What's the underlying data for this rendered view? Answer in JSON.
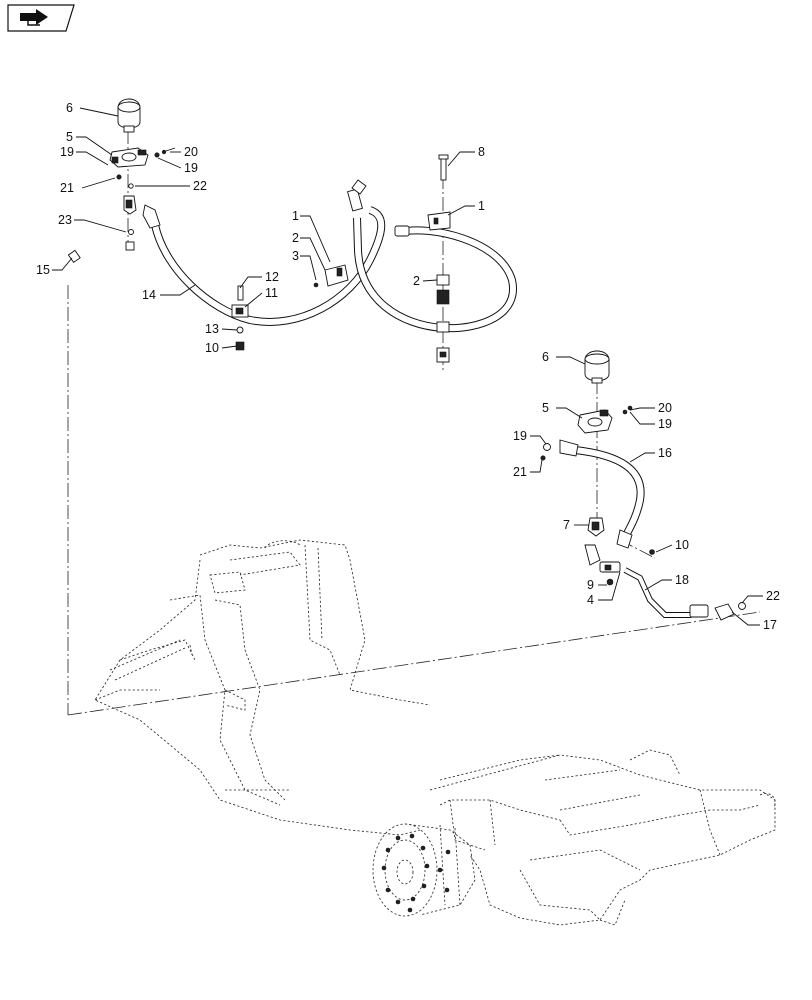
{
  "nav": {
    "icon": "page-turn-arrow-icon"
  },
  "callouts": {
    "c6a": "6",
    "c5a": "5",
    "c19a": "19",
    "c20a": "20",
    "c19b": "19",
    "c21a": "21",
    "c22a": "22",
    "c23": "23",
    "c15": "15",
    "c14": "14",
    "c12": "12",
    "c11": "11",
    "c13": "13",
    "c10a": "10",
    "c8": "8",
    "c1a": "1",
    "c1b": "1",
    "c2a": "2",
    "c3": "3",
    "c2b": "2",
    "c6b": "6",
    "c5b": "5",
    "c20b": "20",
    "c19c": "19",
    "c19d": "19",
    "c21b": "21",
    "c16": "16",
    "c7": "7",
    "c10b": "10",
    "c9": "9",
    "c4": "4",
    "c18": "18",
    "c22b": "22",
    "c17": "17"
  },
  "colors": {
    "line": "#111111",
    "background": "#ffffff"
  }
}
